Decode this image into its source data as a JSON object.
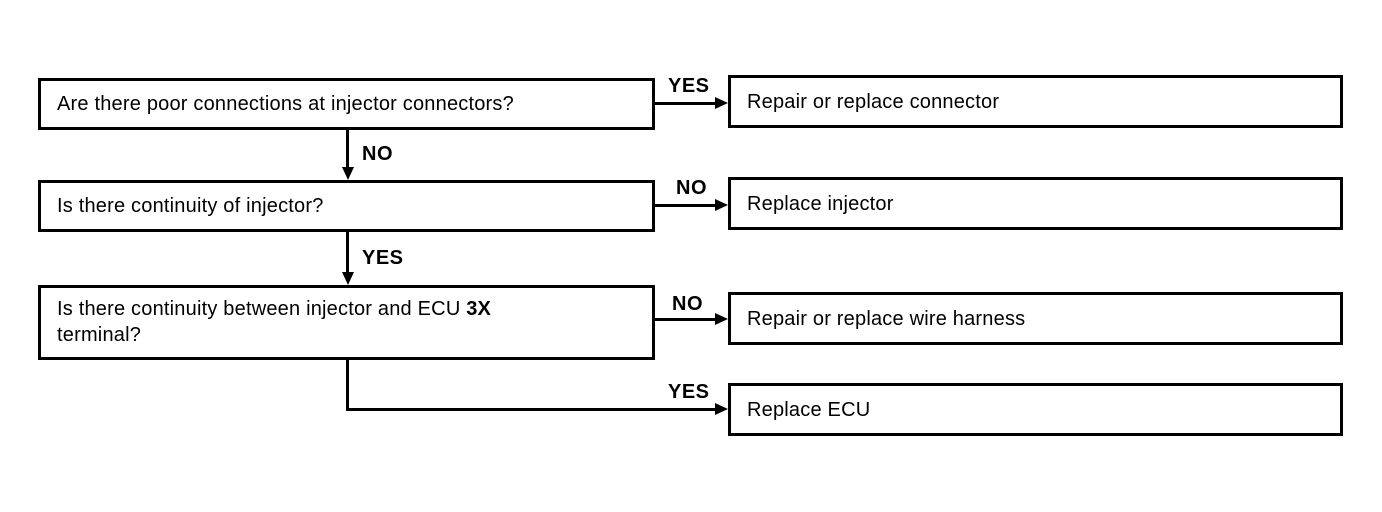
{
  "flowchart": {
    "kind": "troubleshooting-flowchart",
    "colors": {
      "line": "#000000",
      "background": "#ffffff",
      "text": "#000000"
    },
    "questions": [
      {
        "text": "Are there poor connections at injector connectors?"
      },
      {
        "text": "Is there continuity of injector?"
      },
      {
        "pre": "Is there continuity between injector and ECU ",
        "bold": "3X",
        "post": "terminal?"
      }
    ],
    "actions": [
      {
        "text": "Repair or replace connector"
      },
      {
        "text": "Replace injector"
      },
      {
        "text": "Repair or replace wire harness"
      },
      {
        "text": "Replace ECU"
      }
    ],
    "edges": [
      {
        "from": "q1",
        "to": "a1",
        "label": "YES"
      },
      {
        "from": "q1",
        "to": "q2",
        "label": "NO"
      },
      {
        "from": "q2",
        "to": "a2",
        "label": "NO"
      },
      {
        "from": "q2",
        "to": "q3",
        "label": "YES"
      },
      {
        "from": "q3",
        "to": "a3",
        "label": "NO"
      },
      {
        "from": "q3",
        "to": "a4",
        "label": "YES"
      }
    ]
  }
}
